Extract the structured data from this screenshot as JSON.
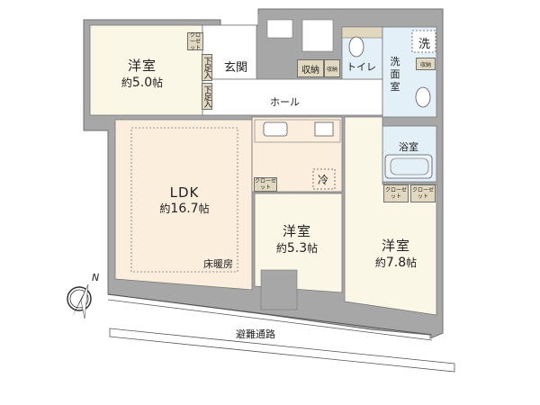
{
  "plan": {
    "type": "apartment-floor-plan",
    "layout": "3LDK",
    "colors": {
      "wall": "#a7a7a7",
      "wall_dark": "#8e8e8e",
      "western_room": "#fbf7e6",
      "ldk": "#fbeedd",
      "wet_area": "#e3f0f8",
      "storage": "#e2d8bf",
      "common": "#ffffff"
    },
    "rooms": [
      {
        "id": "western-room-1",
        "name": "洋室",
        "area_prefix": "約",
        "area": "5.0",
        "unit": "帖"
      },
      {
        "id": "ldk",
        "name": "LDK",
        "area_prefix": "約",
        "area": "16.7",
        "unit": "帖",
        "note": "床暖房"
      },
      {
        "id": "western-room-2",
        "name": "洋室",
        "area_prefix": "約",
        "area": "5.3",
        "unit": "帖"
      },
      {
        "id": "western-room-3",
        "name": "洋室",
        "area_prefix": "約",
        "area": "7.8",
        "unit": "帖"
      }
    ],
    "labels": {
      "entrance": "玄関",
      "hall": "ホール",
      "toilet": "トイレ",
      "washroom": "洗面室",
      "bathroom": "浴室",
      "laundry": "洗",
      "fridge": "冷",
      "storage_large": "収納",
      "storage_small": "収納",
      "washroom_storage": "収納",
      "shoe_box_1": "下足入",
      "shoe_box_2": "下足入",
      "closet": "クローゼット",
      "closet_line1": "クロー",
      "closet_line2": "ゼット",
      "evacuation_path": "避難通路",
      "floor_heating": "床暖房"
    },
    "compass": {
      "direction": "N"
    }
  }
}
